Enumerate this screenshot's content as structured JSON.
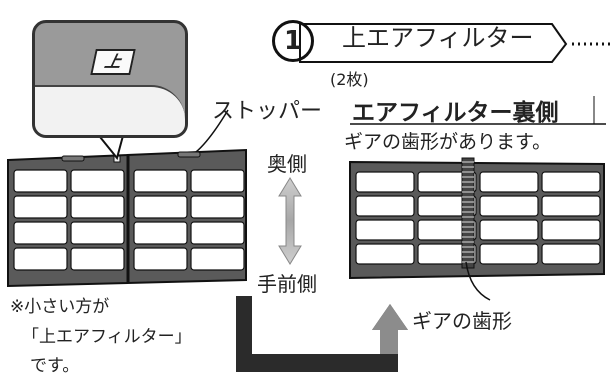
{
  "step_number": "1",
  "title": "上エアフィルター",
  "count": "(2枚)",
  "callout_mark": "上",
  "stopper_label": "ストッパー",
  "back_side_label": "エアフィルター裏側",
  "teeth_note": "ギアの歯形があります。",
  "far_side_label": "奥側",
  "near_side_label": "手前側",
  "gear_label": "ギアの歯形",
  "note_lines": [
    "※小さい方が",
    "「上エアフィルター」",
    "です。"
  ],
  "colors": {
    "filter_frame": "#555555",
    "filter_border": "#1a1a1a",
    "mesh": "#ffffff",
    "arrow_dark": "#2b2b2b",
    "arrow_grey": "#8c8c8c",
    "callout_bg": "#9a9a9a"
  }
}
